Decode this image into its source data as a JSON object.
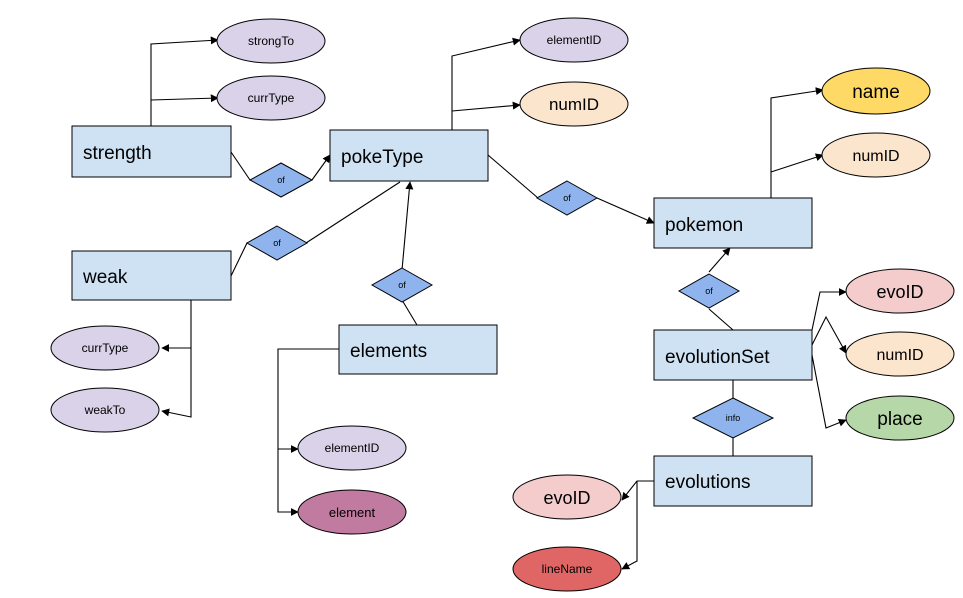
{
  "colors": {
    "entity_fill": "#cfe2f3",
    "relationship_fill": "#8fb3ec",
    "attr_lavender": "#d9d2e9",
    "attr_peach": "#fce5cd",
    "attr_yellow": "#ffd966",
    "attr_pink": "#f4cccc",
    "attr_green": "#b6d7a8",
    "attr_mauve": "#c27ba0",
    "attr_salmon": "#e06666"
  },
  "entities": {
    "strength": "strength",
    "poketype": "pokeType",
    "pokemon": "pokemon",
    "weak": "weak",
    "elements": "elements",
    "evolutionset": "evolutionSet",
    "evolutions": "evolutions"
  },
  "attributes": {
    "strength_strongto": "strongTo",
    "strength_currtype": "currType",
    "poketype_elementid": "elementID",
    "poketype_numid": "numID",
    "pokemon_name": "name",
    "pokemon_numid": "numID",
    "weak_currtype": "currType",
    "weak_weakto": "weakTo",
    "elements_elementid": "elementID",
    "elements_element": "element",
    "evolutionset_evoid": "evoID",
    "evolutionset_numid": "numID",
    "evolutionset_place": "place",
    "evolutions_evoid": "evoID",
    "evolutions_linename": "lineName"
  },
  "relationships": {
    "strength_of": "of",
    "poketype_pokemon_of": "of",
    "weak_of": "of",
    "elements_of": "of",
    "evolutionset_pokemon_of": "of",
    "evolutionset_evolutions_info": "info"
  }
}
